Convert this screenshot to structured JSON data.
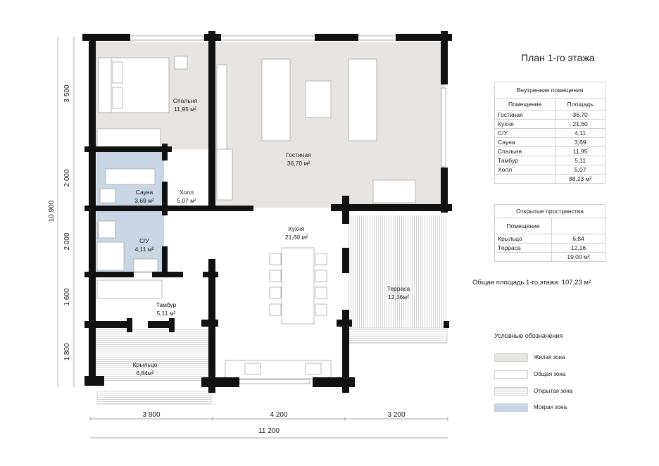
{
  "title": "План 1-го этажа",
  "rooms": [
    {
      "name": "Спальня",
      "area": "11,95 м²"
    },
    {
      "name": "Гостиная",
      "area": "36,70 м²"
    },
    {
      "name": "Сауна",
      "area": "3,69 м²"
    },
    {
      "name": "Холл",
      "area": "5,07 м²"
    },
    {
      "name": "С/У",
      "area": "4,11 м²"
    },
    {
      "name": "Кухня",
      "area": "21,60 м²"
    },
    {
      "name": "Тамбур",
      "area": "5,11 м²"
    },
    {
      "name": "Терраса",
      "area": "12,16м²"
    },
    {
      "name": "Крыльцо",
      "area": "6,84м²"
    }
  ],
  "dimensions": {
    "vertical": [
      "3 500",
      "2 000",
      "2 000",
      "1 600",
      "1 800"
    ],
    "vertical_total": "10 900",
    "horizontal": [
      "3 800",
      "4 200",
      "3 200"
    ],
    "horizontal_total": "11 200"
  },
  "indoor_table": {
    "title": "Внутренние помещения",
    "headers": [
      "Помещение",
      "Площадь"
    ],
    "rows": [
      [
        "Гостиная",
        "36,70"
      ],
      [
        "Кухня",
        "21,60"
      ],
      [
        "С/У",
        "4,11"
      ],
      [
        "Сауна",
        "3,69"
      ],
      [
        "Спальня",
        "11,95"
      ],
      [
        "Тамбур",
        "5,11"
      ],
      [
        "Холл",
        "5,07"
      ]
    ],
    "total": "88,23 м²"
  },
  "outdoor_table": {
    "title": "Открытые пространства",
    "header": "Помещение",
    "rows": [
      [
        "Крыльцо",
        "6,84"
      ],
      [
        "Терраса",
        "12,16"
      ]
    ],
    "total": "19,00 м²"
  },
  "total_area": "Общая площадь 1-го этажа:  107,23 м²",
  "legend": {
    "title": "Условные обозначения",
    "items": [
      {
        "label": "Жилая зона",
        "color": "#e8e4e1"
      },
      {
        "label": "Общая зона",
        "color": "#ffffff"
      },
      {
        "label": "Открытая зона",
        "color": "striped"
      },
      {
        "label": "Мокрая зона",
        "color": "#c9d6e6"
      }
    ]
  },
  "colors": {
    "living": "#e8e4e1",
    "wet": "#c9d6e6",
    "wall": "#111111"
  }
}
